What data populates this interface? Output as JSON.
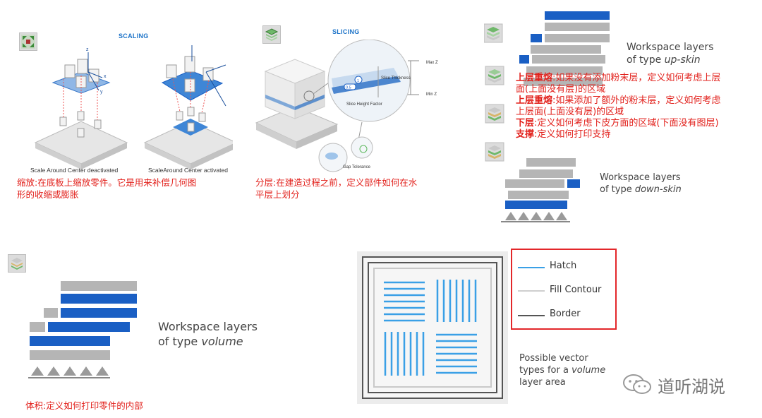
{
  "scaling": {
    "title": "SCALING",
    "caption_left": "Scale Around Center deactivated",
    "caption_right": "ScaleAround Center activated",
    "description_line1": "缩放:在底板上缩放零件。它是用来补偿几何图",
    "description_line2": "形的收缩或膨胀",
    "axis_x": "x",
    "axis_y": "y",
    "axis_z": "z"
  },
  "slicing": {
    "title": "SLICING",
    "max_z": "Max Z",
    "min_z": "Min Z",
    "slice_thickness": "Slice Thickness",
    "slice_height_factor": "Slice Height Factor",
    "gap_tolerance": "Gap Tolerance",
    "marker_1": "1",
    "marker_05": "0.5",
    "description_line1": "分层:在建造过程之前，定义部件如何在水",
    "description_line2": "平层上划分"
  },
  "upskin": {
    "label_line1": "Workspace layers",
    "label_line2_prefix": "of type ",
    "label_line2_italic": "up-skin"
  },
  "explain": {
    "line1_bold": "上层重熔",
    "line1_rest": ":如果没有添加粉末层，定义如何考虑上层",
    "line2": "面(上面没有层)的区域",
    "line3_bold": "上层重熔",
    "line3_rest": ":如果添加了额外的粉末层，定义如何考虑",
    "line4": "上层面(上面没有层)的区域",
    "line5_bold": "下层",
    "line5_rest": ":定义如何考虑下皮方面的区域(下面没有图层)",
    "line6_bold": "支撑",
    "line6_rest": ":定义如何打印支持"
  },
  "downskin": {
    "label_line1": "Workspace layers",
    "label_line2_prefix": "of type ",
    "label_line2_italic": "down-skin"
  },
  "volume": {
    "label_line1": "Workspace layers",
    "label_line2_prefix": "of type ",
    "label_line2_italic": "volume",
    "description": "体积:定义如何打印零件的内部"
  },
  "vector": {
    "legend_hatch": "Hatch",
    "legend_fill": "Fill Contour",
    "legend_border": "Border",
    "desc_line1": "Possible vector",
    "desc_line2_prefix": "types for a ",
    "desc_line2_italic": "volume",
    "desc_line3": "layer area"
  },
  "watermark": {
    "text": "道听湖说"
  },
  "colors": {
    "blue": "#1a5fc4",
    "gray": "#b5b5b5",
    "red": "#e2211c",
    "hatch": "#3aa0e6"
  },
  "icons": [
    "scaling-icon",
    "layers-icon",
    "wechat-icon"
  ]
}
